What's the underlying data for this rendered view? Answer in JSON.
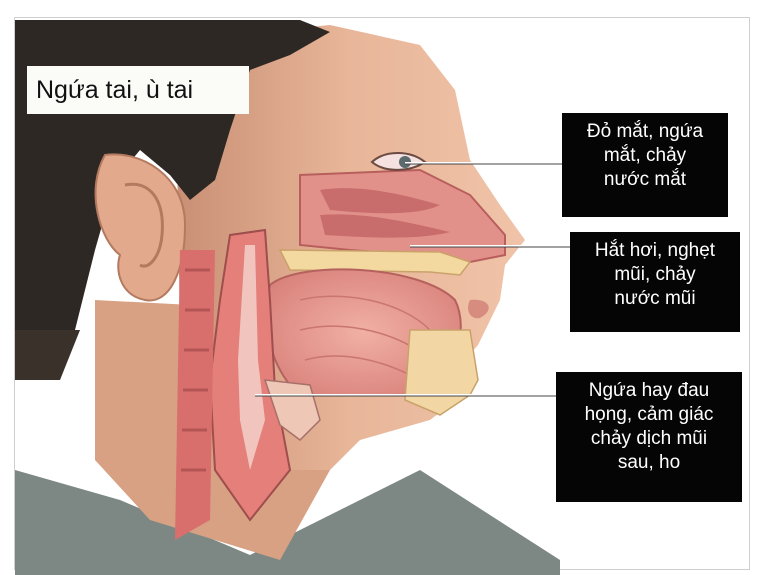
{
  "title_label": "Ngứa tai, ù tai",
  "annotations": {
    "eyes": [
      "Đỏ mắt, ngứa",
      "mắt, chảy",
      "nước mắt"
    ],
    "nose": [
      "Hắt hơi, nghẹt",
      "mũi, chảy",
      "nước mũi"
    ],
    "throat": [
      "Ngứa hay đau",
      "họng, cảm giác",
      "chảy dịch mũi",
      "sau, ho"
    ]
  },
  "colors": {
    "skin": "#e6b295",
    "hair": "#2b2622",
    "tissue": "#d9777a",
    "label_bg": "#050505",
    "label_text": "#ffffff",
    "shirt": "#7a8580"
  }
}
